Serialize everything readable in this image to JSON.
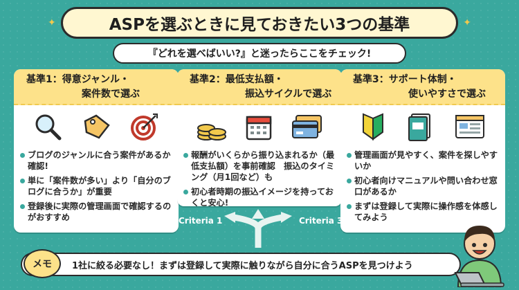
{
  "title": "ASPを選ぶときに見ておきたい3つの基準",
  "subtitle": "『どれを選べばいい?』と迷ったらここをチェック!",
  "cards": [
    {
      "head_line1": "基準1：得意ジャンル・",
      "head_line2": "案件数で選ぶ",
      "icons": [
        "magnifier-icon",
        "price-tag-icon",
        "target-icon"
      ],
      "bullets": [
        "ブログのジャンルに合う案件があるか確認!",
        "単に「案件数が多い」より「自分のブログに合うか」が重要",
        "登録後に実際の管理画面で確認するのがおすすめ"
      ]
    },
    {
      "head_line1": "基準2：最低支払額・",
      "head_line2": "振込サイクルで選ぶ",
      "icons": [
        "coins-icon",
        "calendar-icon",
        "credit-card-icon"
      ],
      "bullets": [
        "報酬がいくらから振り込まれるか（最低支払額）を事前確認　振込のタイミング（月1回など）も",
        "初心者時期の振込イメージを持っておくと安心!"
      ]
    },
    {
      "head_line1": "基準3：サポート体制・",
      "head_line2": "使いやすさで選ぶ",
      "icons": [
        "beginner-mark-icon",
        "manual-book-icon",
        "dashboard-window-icon"
      ],
      "bullets": [
        "管理画面が見やすく、案件を探しやすいか",
        "初心者向けマニュアルや問い合わせ窓口があるか",
        "まずは登録して実際に操作感を体感してみよう"
      ]
    }
  ],
  "criteria_left": "Criteria 1",
  "criteria_right": "Criteria 3",
  "memo_tag": "メモ",
  "memo_text": "1社に絞る必要なし！まずは登録して実際に触りながら自分に合うASPを見つけよう",
  "colors": {
    "background": "#3aa89e",
    "header_yellow": "#fde28a",
    "title_cream": "#fff7d1"
  }
}
